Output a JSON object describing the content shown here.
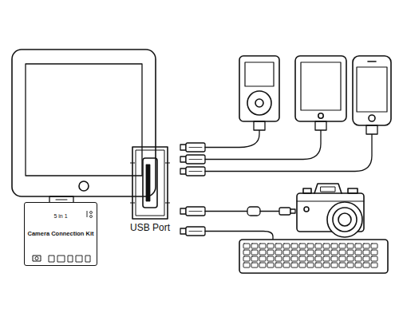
{
  "diagram": {
    "nodes": [
      {
        "text": [
          "5 in 1",
          "Camera Connection Kit"
        ]
      },
      {
        "text": [
          "USB Port"
        ]
      }
    ]
  }
}
